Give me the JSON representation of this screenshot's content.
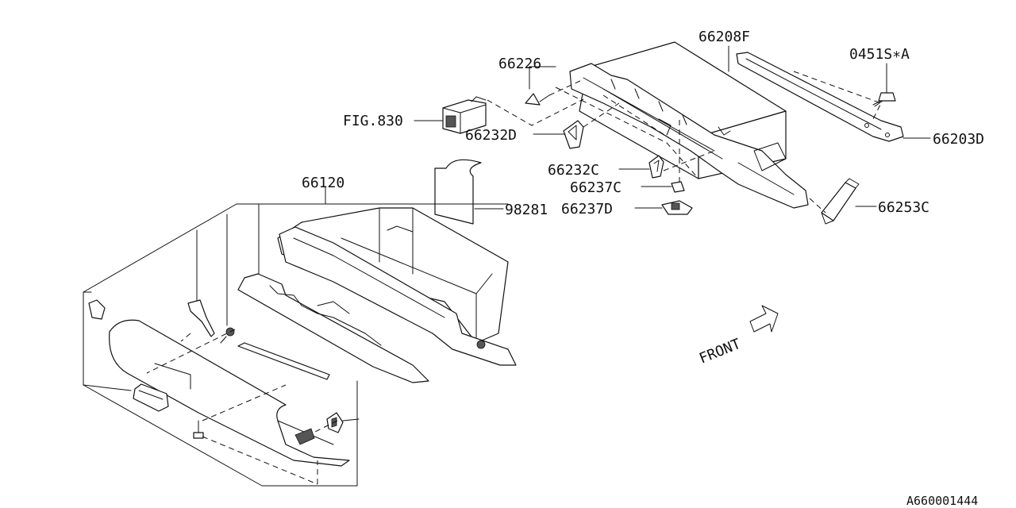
{
  "labels": {
    "p66208F": "66208F",
    "p0451SA": "0451S∗A",
    "p66226": "66226",
    "fig830": "FIG.830",
    "p66232D": "66232D",
    "p66203D": "66203D",
    "p66232C": "66232C",
    "p66237C": "66237C",
    "p66237D": "66237D",
    "p66253C": "66253C",
    "p98281": "98281",
    "p66120": "66120",
    "front": "FRONT",
    "diagram_id": "A660001444"
  }
}
